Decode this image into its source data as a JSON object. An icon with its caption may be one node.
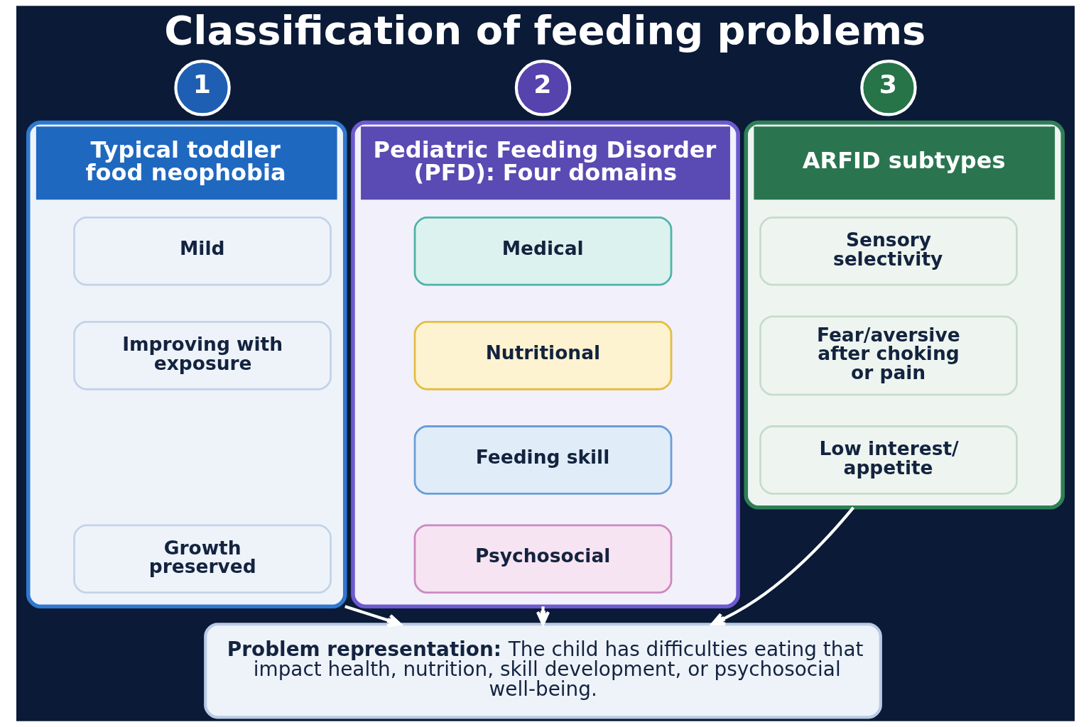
{
  "diagram": {
    "title": "Classification of feeding problems",
    "nodes": [
      {
        "text": [
          "1"
        ]
      },
      {
        "text": [
          "Typical toddler food neophobia"
        ]
      },
      {
        "text": [
          "Mild"
        ],
        "in": 1
      },
      {
        "text": [
          "Improving with exposure"
        ],
        "in": 1
      },
      {
        "text": [
          "Growth preserved"
        ],
        "in": 1
      },
      {
        "text": [
          "2"
        ]
      },
      {
        "text": [
          "Pediatric Feeding Disorder (PFD): Four domains"
        ]
      },
      {
        "text": [
          "Medical"
        ],
        "in": 6
      },
      {
        "text": [
          "Nutritional"
        ],
        "in": 6
      },
      {
        "text": [
          "Feeding skill"
        ],
        "in": 6
      },
      {
        "text": [
          "Psychosocial"
        ],
        "in": 6
      },
      {
        "text": [
          "3"
        ]
      },
      {
        "text": [
          "ARFID subtypes"
        ]
      },
      {
        "text": [
          "Sensory selectivity"
        ],
        "in": 12
      },
      {
        "text": [
          "Fear/aversive after choking or pain"
        ],
        "in": 12
      },
      {
        "text": [
          "Low interest/ appetite"
        ],
        "in": 12
      },
      {
        "text": [
          "**Problem representation:** The child has difficulties eating that impact health, nutrition, skill development, or psychosocial well-being."
        ]
      }
    ],
    "edges": [
      {
        "from": 1,
        "to": 16,
        "arrow": "to"
      },
      {
        "from": 6,
        "to": 16,
        "arrow": "to"
      },
      {
        "from": 12,
        "to": 16,
        "arrow": "to"
      }
    ]
  }
}
